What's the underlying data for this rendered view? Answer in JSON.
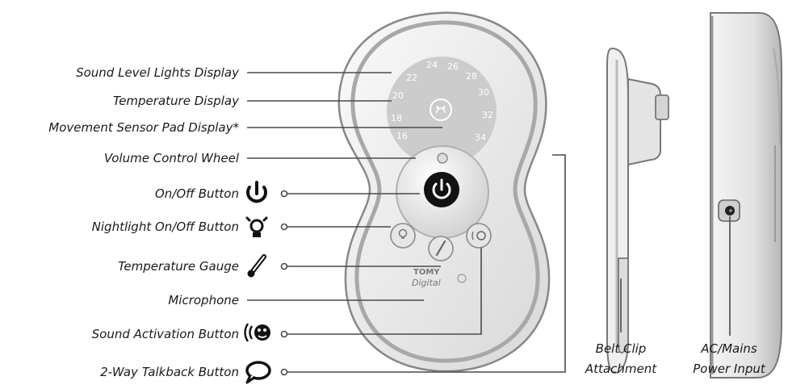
{
  "labels": {
    "sound_level_lights": "Sound Level Lights Display",
    "temperature_display": "Temperature Display",
    "movement_sensor": "Movement Sensor Pad Display*",
    "volume_wheel": "Volume Control Wheel",
    "on_off": "On/Off Button",
    "nightlight": "Nightlight On/Off Button",
    "temp_gauge": "Temperature Gauge",
    "microphone": "Microphone",
    "sound_activation": "Sound Activation Button",
    "talkback": "2-Way Talkback Button"
  },
  "side_labels": {
    "belt_clip_line1": "Belt Clip",
    "belt_clip_line2": "Attachment",
    "power_line1": "AC/Mains",
    "power_line2": "Power Input"
  },
  "dial_numbers": [
    "16",
    "18",
    "20",
    "22",
    "24",
    "26",
    "28",
    "30",
    "32",
    "34"
  ],
  "brand": {
    "name": "TOMY",
    "sub": "Digital"
  },
  "icons": {
    "power": "power-icon",
    "nightlight": "bulb-icon",
    "gauge": "thermometer-icon",
    "sound": "sound-activation-icon",
    "talkback": "speech-bubble-icon"
  },
  "colors": {
    "device_body": "#eeeeee",
    "device_rim": "#999999",
    "dial": "#cfcfcf",
    "power_button": "#111111",
    "text": "#1a1a1a"
  }
}
